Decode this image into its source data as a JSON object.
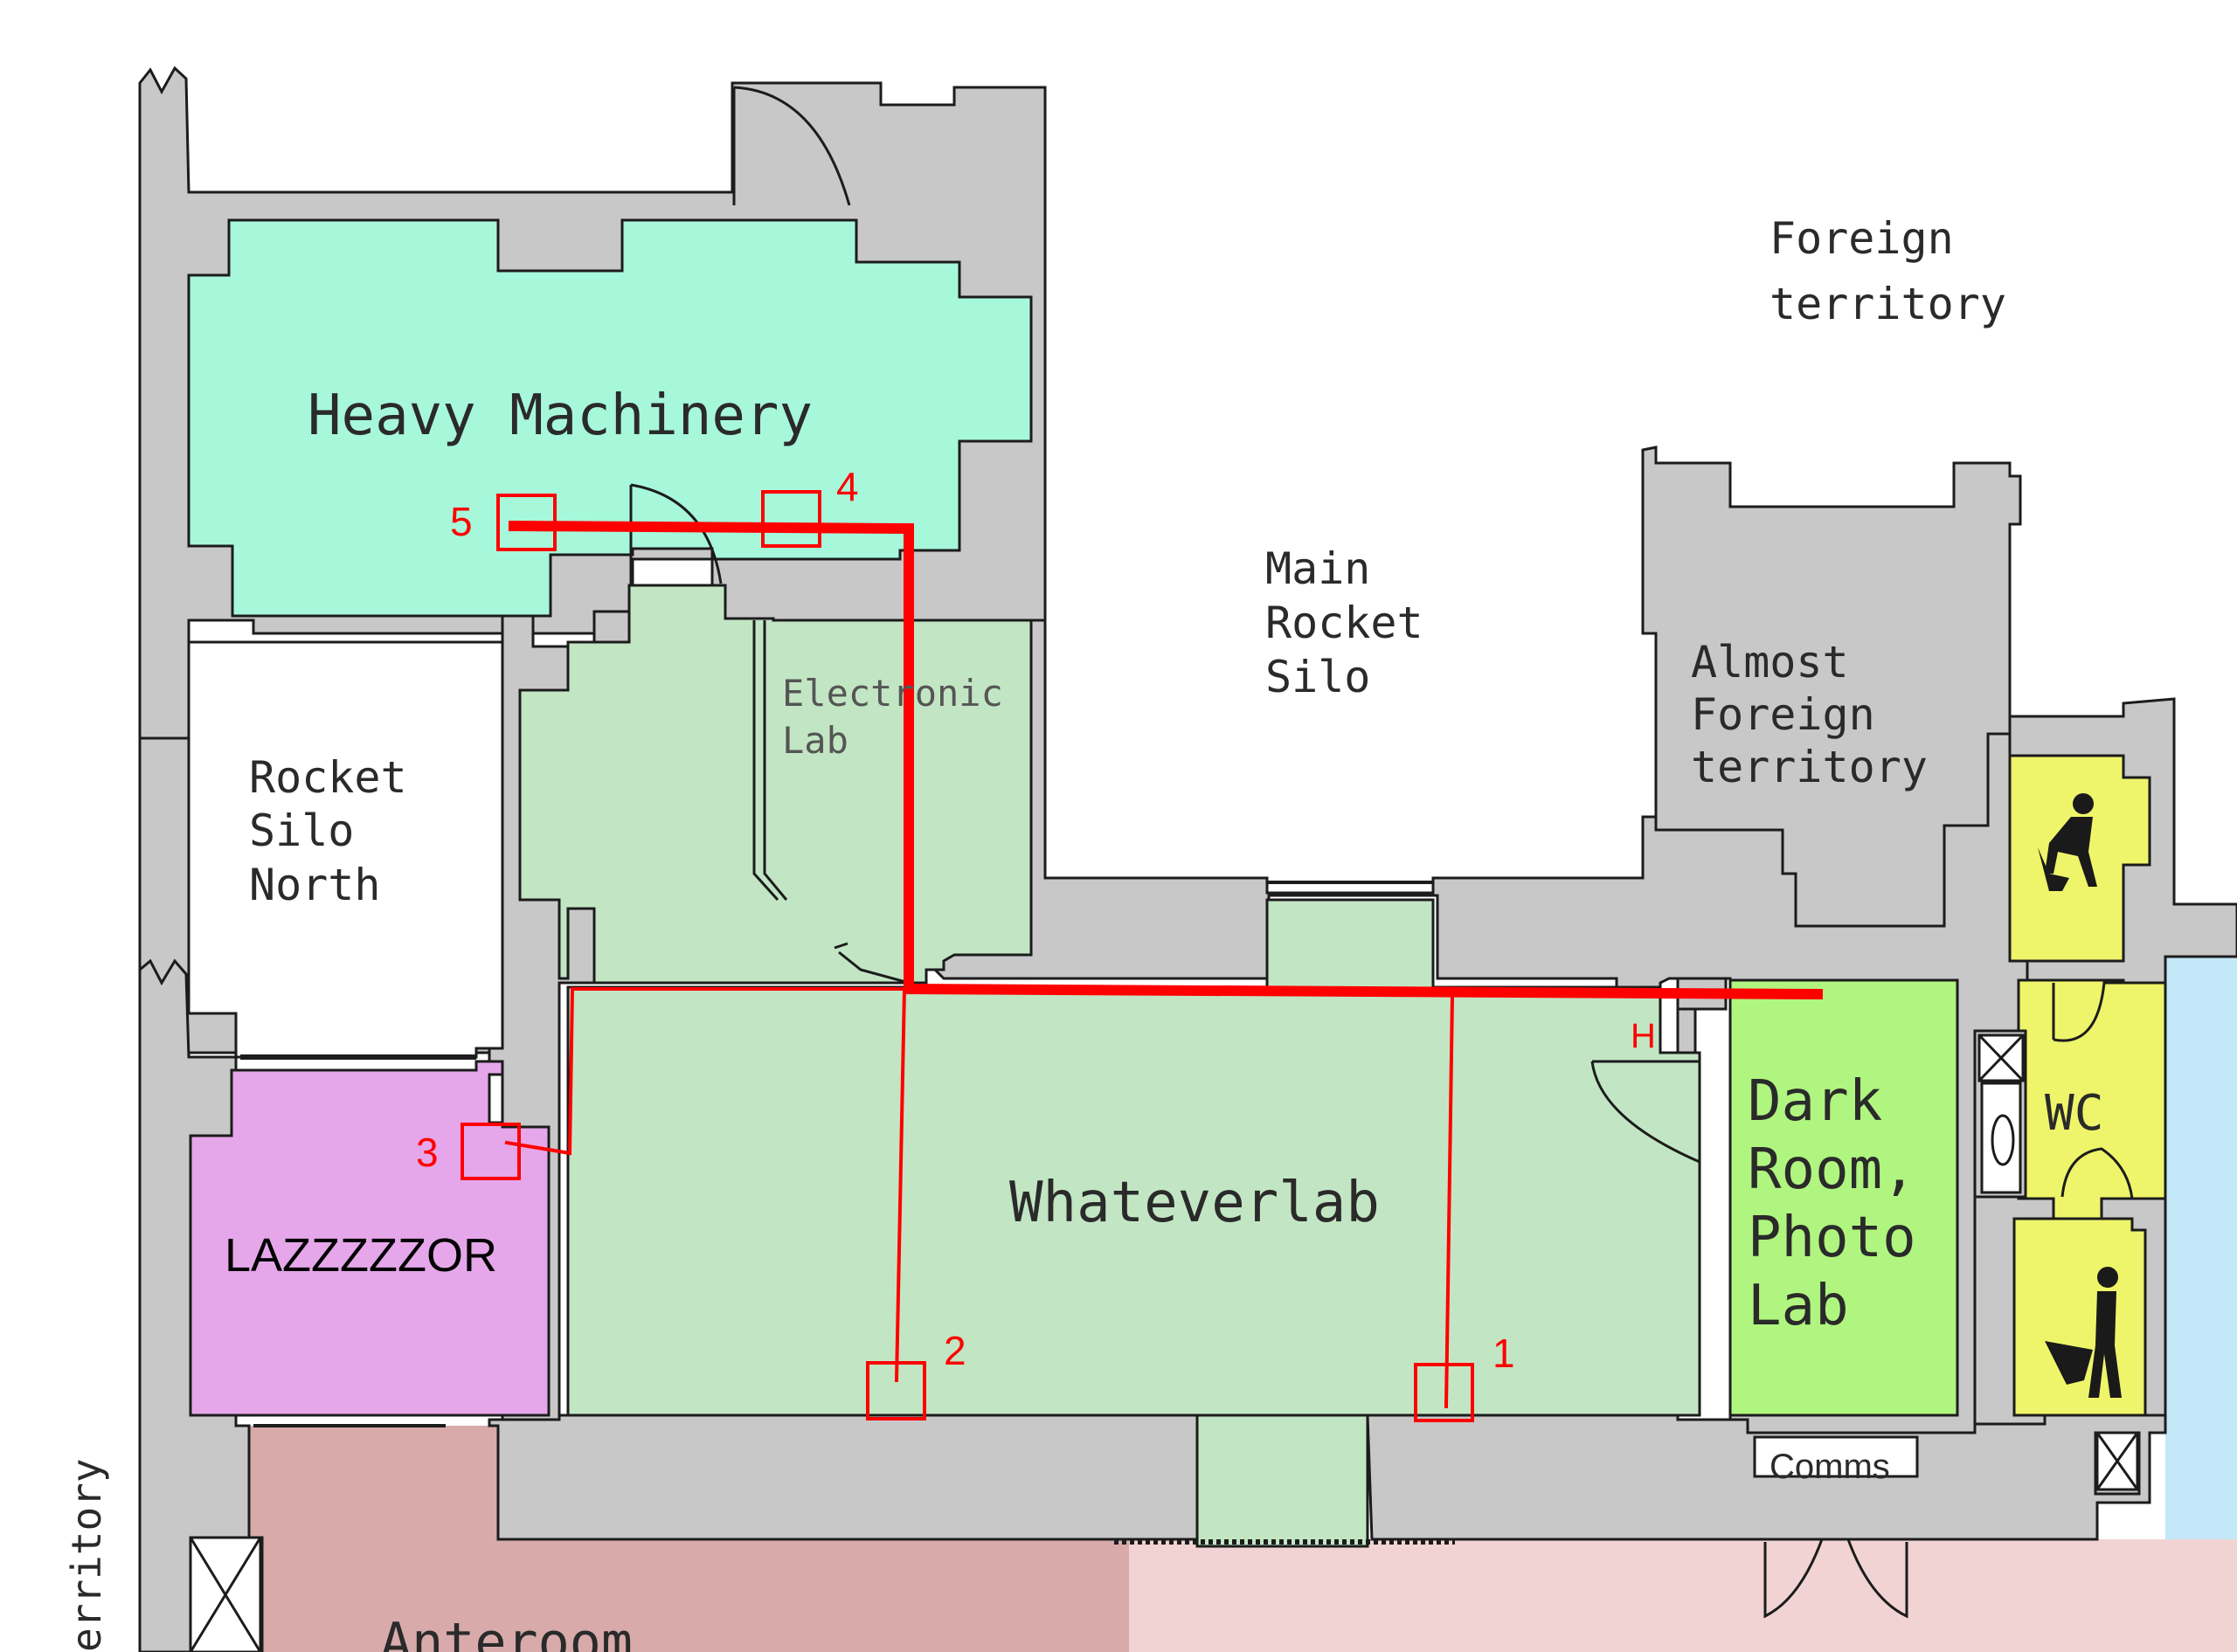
{
  "rooms": {
    "heavy_machinery": "Heavy Machinery",
    "foreign_territory": [
      "Foreign",
      "territory"
    ],
    "main_rocket_silo": [
      "Main",
      "Rocket",
      "Silo"
    ],
    "electronic_lab": [
      "Electronic",
      "Lab"
    ],
    "almost_foreign_territory": [
      "Almost",
      "Foreign",
      "territory"
    ],
    "rocket_silo_north": [
      "Rocket",
      "Silo",
      "North"
    ],
    "whateverlab": "Whateverlab",
    "dark_room": [
      "Dark",
      "Room,",
      "Photo",
      "Lab"
    ],
    "wc": "WC",
    "lazzzzzor": "LAZZZZZOR",
    "comms": "Comms",
    "anteroom": "Anteroom",
    "side_territory": "erritory"
  },
  "markers": {
    "m1": "1",
    "m2": "2",
    "m3": "3",
    "m4": "4",
    "m5": "5",
    "h": "H"
  },
  "colors": {
    "wall": "#c8c8c8",
    "heavy_machinery": "#a7f7db",
    "lab_green": "#c2e6c4",
    "dark_room": "#b0f57f",
    "wc": "#eef56a",
    "lazzzzzor": "#e6a7ea",
    "anteroom": "#d8aaaa",
    "corridor_pink": "#f1d3d3",
    "outside_blue": "#c4e8f8",
    "cable": "#ff0000",
    "ink": "#2a2a2a"
  }
}
